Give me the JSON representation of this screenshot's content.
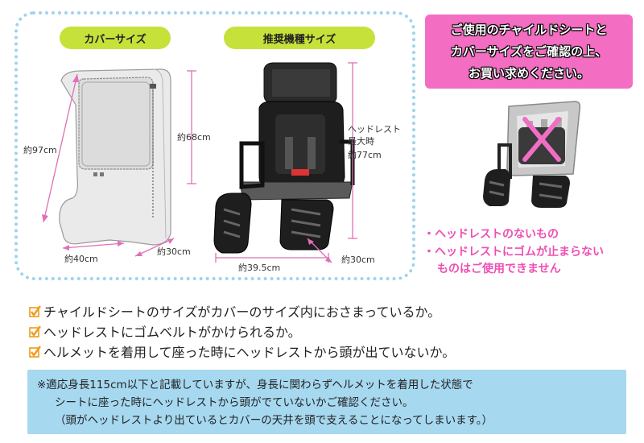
{
  "cover_title": "カバーサイズ",
  "model_title": "推奨機種サイズ",
  "cover_dims": {
    "height": "約97cm",
    "inner_height": "約68cm",
    "width": "約40cm",
    "depth": "約30cm"
  },
  "seat_dims": {
    "headrest": [
      "ヘッドレスト",
      "最大時",
      "約77cm"
    ],
    "width": "約39.5cm",
    "depth": "約30cm"
  },
  "notice_lines": [
    "ご使用のチャイルドシートと",
    "カバーサイズをご確認の上、",
    "お買い求めください。"
  ],
  "warnings": [
    "・ヘッドレストのないもの",
    "・ヘッドレストにゴムが止まらない",
    "ものはご使用できません"
  ],
  "checklist": [
    "チャイルドシートのサイズがカバーのサイズ内におさまっているか。",
    "ヘッドレストにゴムベルトがかけられるか。",
    "ヘルメットを着用して座った時にヘッドレストから頭が出ていないか。"
  ],
  "note_lines": [
    "※適応身長115cm以下と記載していますが、身長に関わらずヘルメットを着用した状態で",
    "シートに座った時にヘッドレストから頭がでていないかご確認ください。",
    "（頭がヘッドレストより出ているとカバーの天井を頭で支えることになってしまいます。）"
  ],
  "colors": {
    "accent_green": "#c6e23a",
    "pink": "#f36ec3",
    "dim_pink": "#e070b8",
    "note_blue": "#a6d8f0",
    "check_orange": "#f09a1a"
  }
}
